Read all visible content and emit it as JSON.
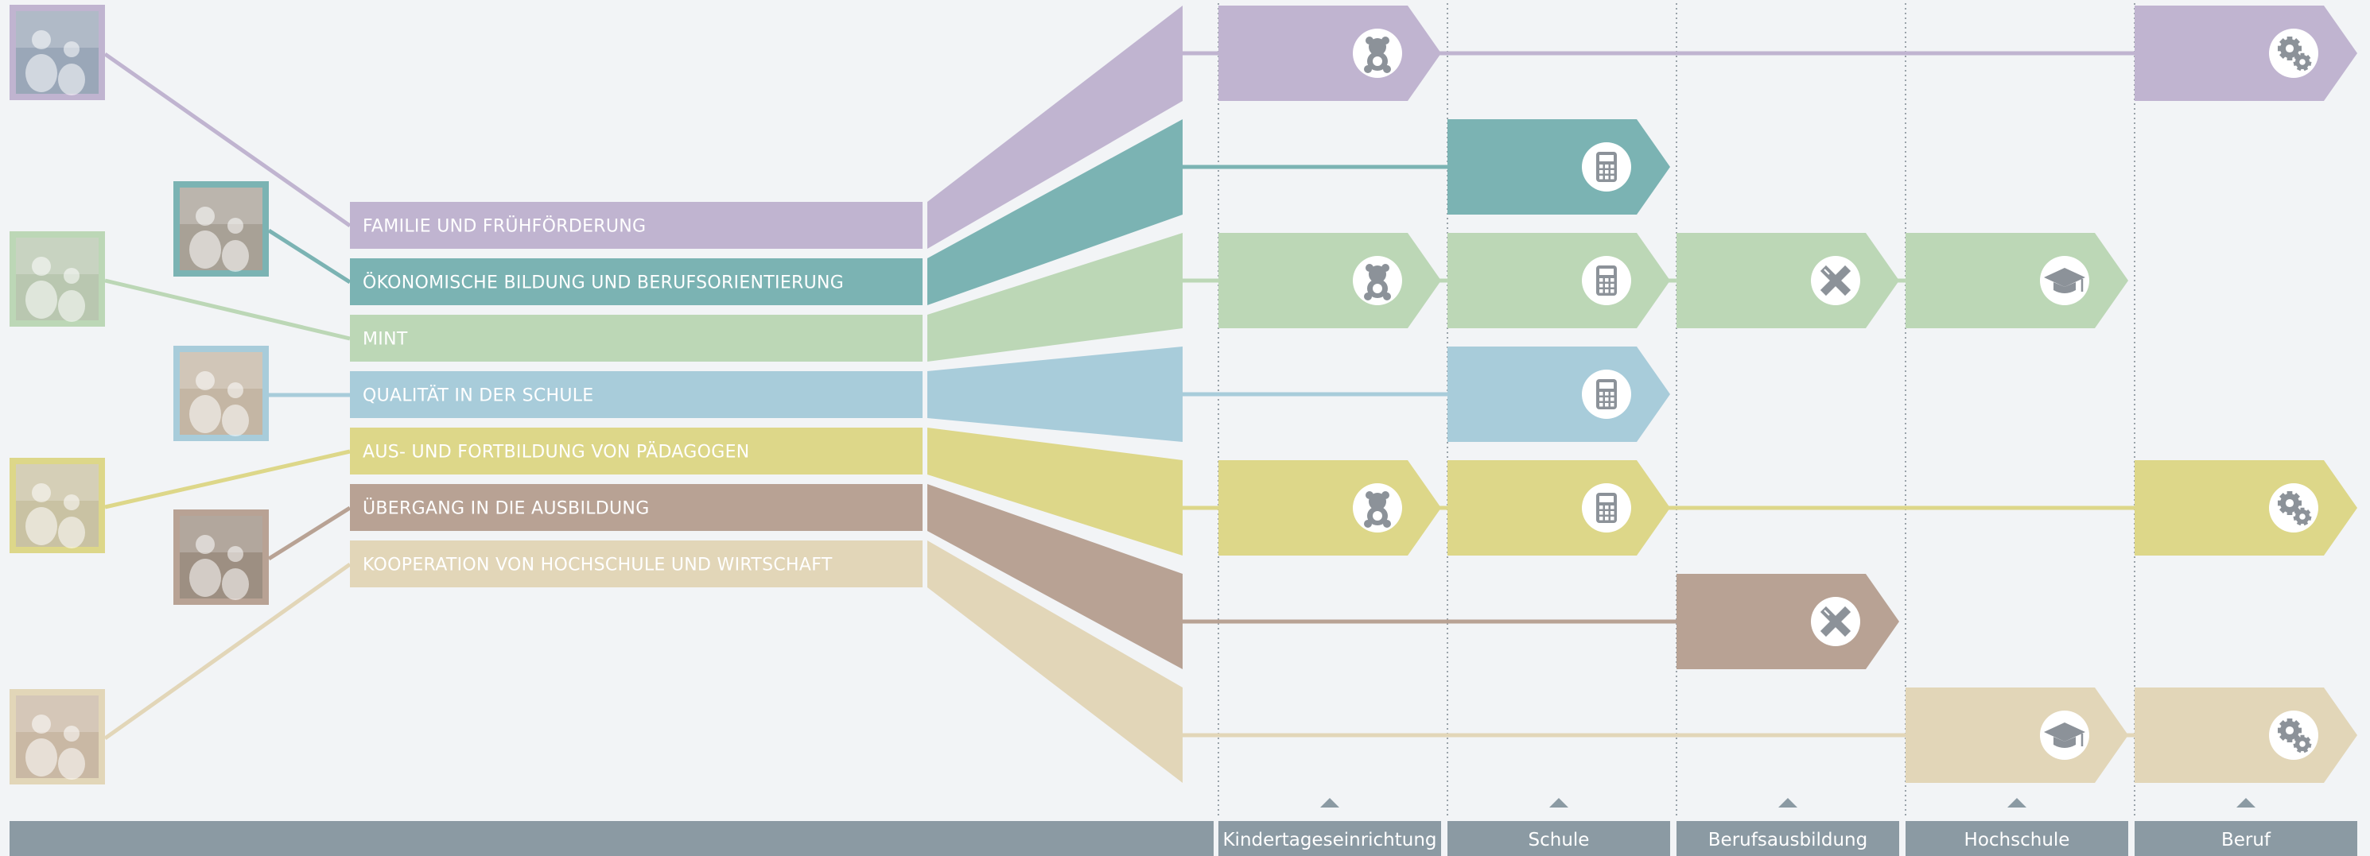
{
  "categories": [
    {
      "label": "FAMILIE UND FRÜHFÖRDERUNG",
      "color": "#c0b4d0"
    },
    {
      "label": "ÖKONOMISCHE BILDUNG UND BERUFSORIENTIERUNG",
      "color": "#7bb3b3"
    },
    {
      "label": "MINT",
      "color": "#bcd7b6"
    },
    {
      "label": "QUALITÄT IN DER SCHULE",
      "color": "#a8ccda"
    },
    {
      "label": "AUS- UND FORTBILDUNG VON PÄDAGOGEN",
      "color": "#ddd789"
    },
    {
      "label": "ÜBERGANG IN DIE AUSBILDUNG",
      "color": "#b8a294"
    },
    {
      "label": "KOOPERATION VON HOCHSCHULE UND WIRTSCHAFT",
      "color": "#e2d6b8"
    }
  ],
  "stages": [
    {
      "label": "Kindertageseinrichtung",
      "icon": "teddy-bear-icon"
    },
    {
      "label": "Schule",
      "icon": "calculator-icon"
    },
    {
      "label": "Berufsausbildung",
      "icon": "pencil-ruler-icon"
    },
    {
      "label": "Hochschule",
      "icon": "graduation-cap-icon"
    },
    {
      "label": "Beruf",
      "icon": "gears-icon"
    }
  ],
  "matrix": [
    [
      0,
      4
    ],
    [
      1
    ],
    [
      0,
      1,
      2,
      3
    ],
    [
      1
    ],
    [
      0,
      1,
      4
    ],
    [
      2
    ],
    [
      3,
      4
    ]
  ],
  "photos": [
    {
      "category": 0,
      "icon": "photo-teacher-child-icon"
    },
    {
      "category": 1,
      "icon": "photo-classroom-icon"
    },
    {
      "category": 2,
      "icon": "photo-microscope-icon"
    },
    {
      "category": 3,
      "icon": "photo-students-icon"
    },
    {
      "category": 4,
      "icon": "photo-seminar-icon"
    },
    {
      "category": 5,
      "icon": "photo-workshop-icon"
    },
    {
      "category": 6,
      "icon": "photo-lecture-icon"
    }
  ],
  "colors": {
    "background": "#f2f4f6",
    "bar": "#8b9aa3",
    "icon_fill": "#8c9299",
    "divider": "#9aa3aa"
  }
}
